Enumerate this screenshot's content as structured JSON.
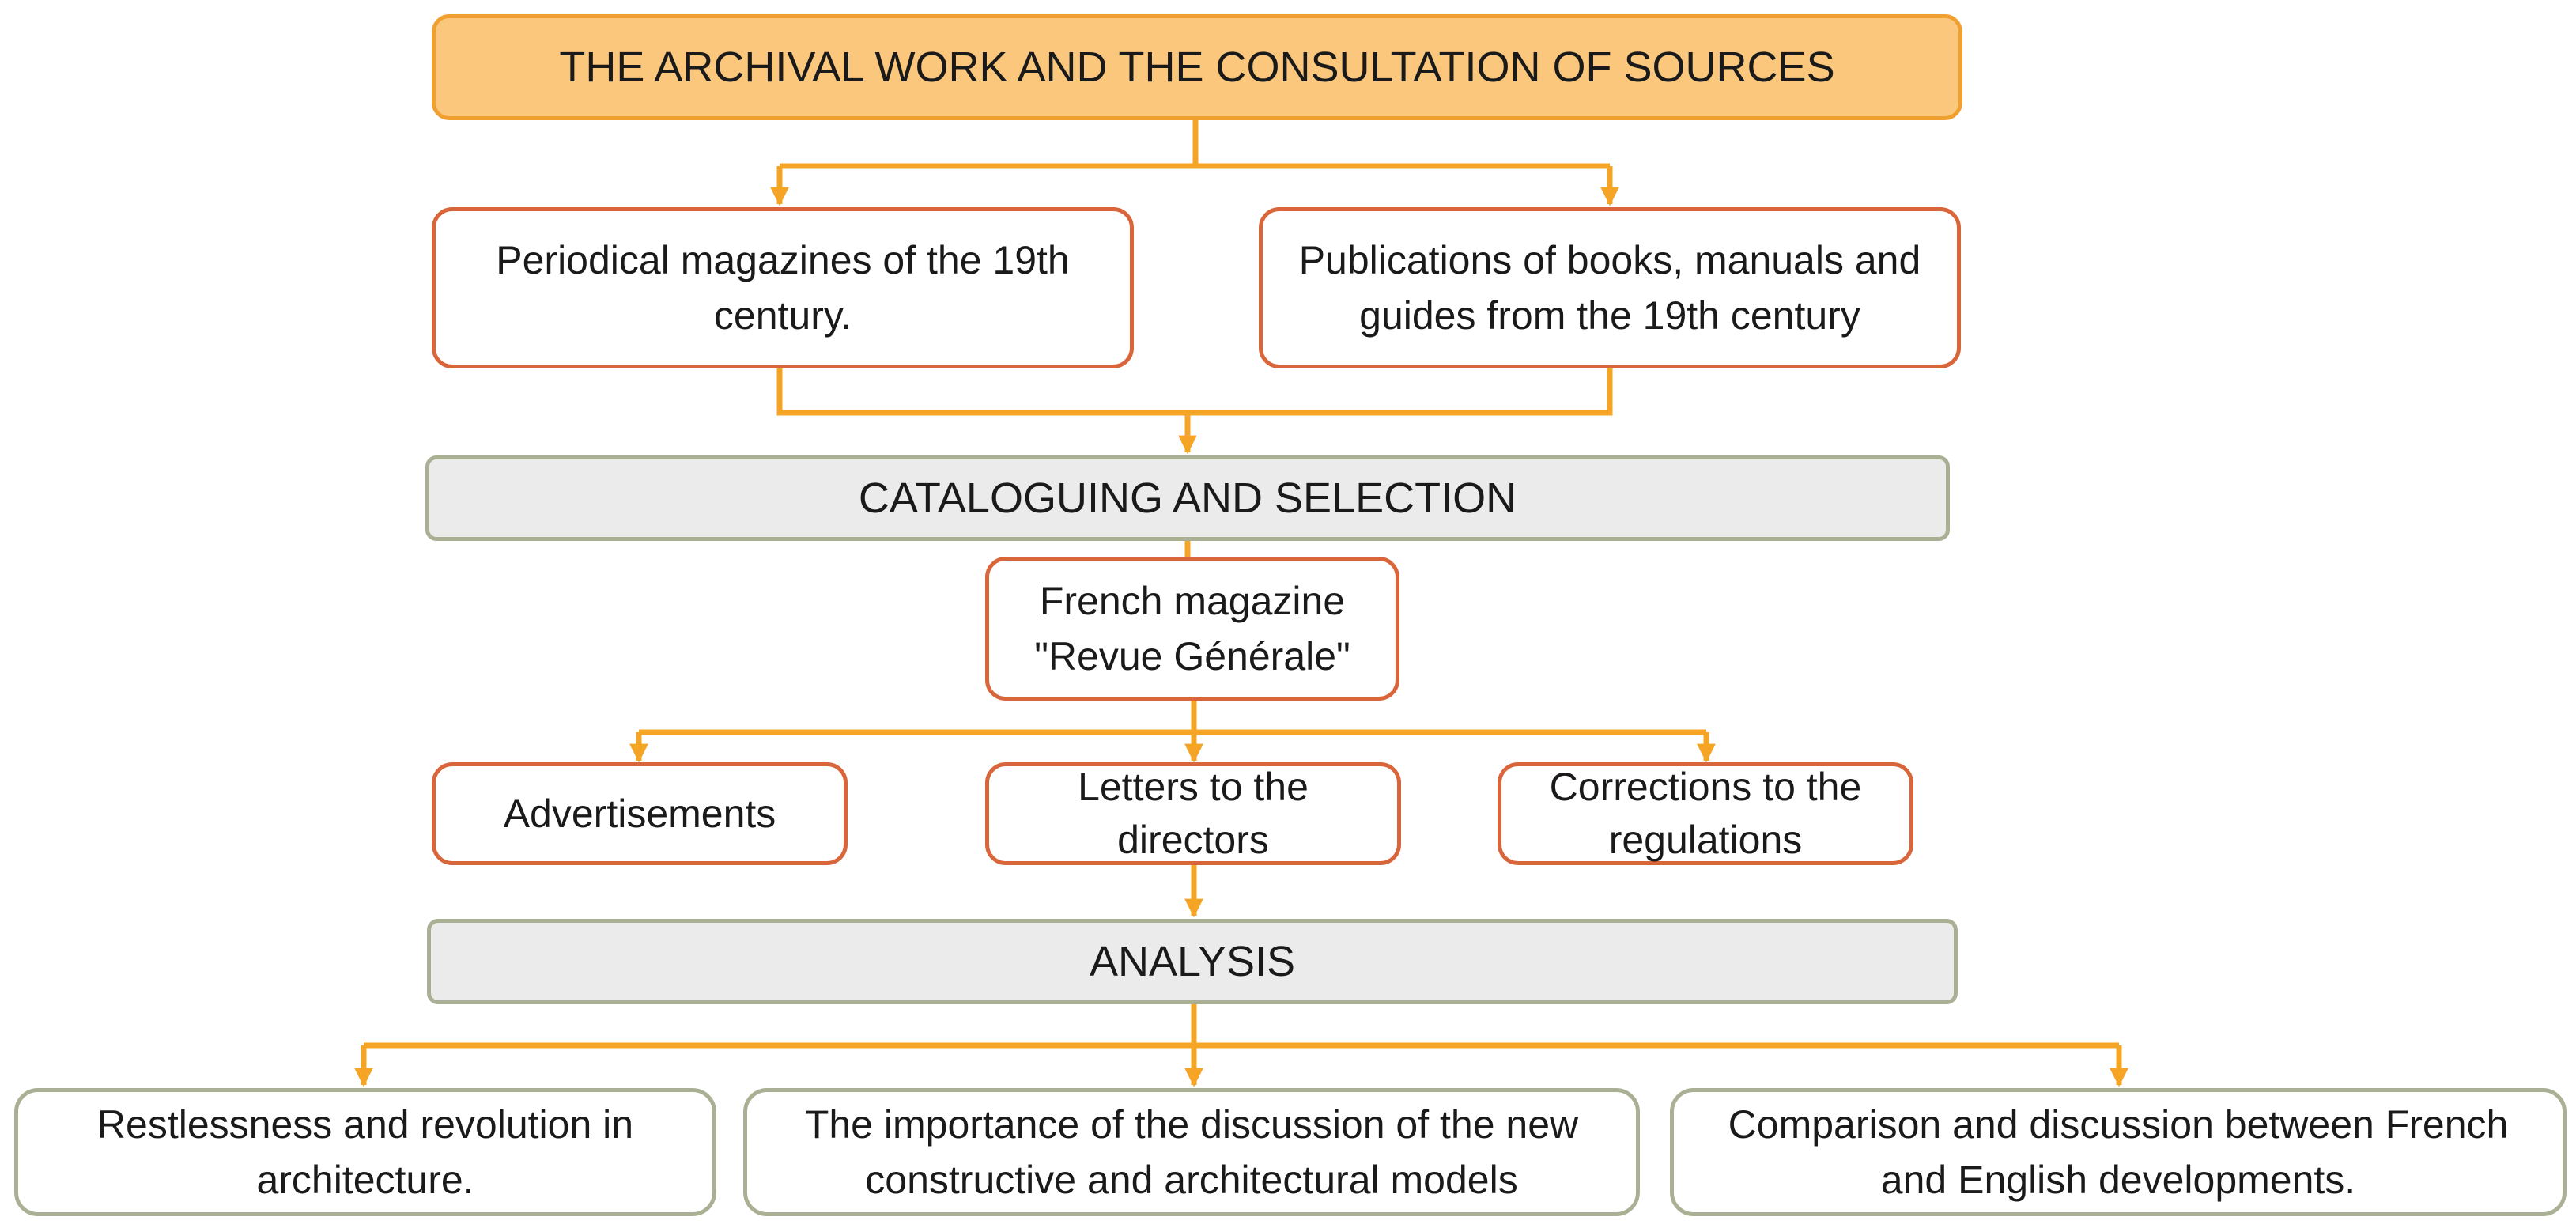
{
  "title": "THE ARCHIVAL WORK AND THE CONSULTATION OF SOURCES",
  "sources": {
    "periodicals": "Periodical magazines of the 19th century.",
    "publications": "Publications of books, manuals and guides from the 19th century"
  },
  "cataloguing": "CATALOGUING AND SELECTION",
  "french_magazine": "French magazine \"Revue Générale\"",
  "sections": {
    "advertisements": "Advertisements",
    "letters": "Letters to the directors",
    "corrections": "Corrections to the regulations"
  },
  "analysis": "ANALYSIS",
  "outcomes": {
    "restlessness": "Restlessness and revolution in architecture.",
    "importance": "The importance of the discussion of the new constructive and architectural models",
    "comparison": "Comparison and discussion between French and English developments."
  },
  "colors": {
    "connector": "#f5a425",
    "title_fill": "#fac77c",
    "title_border": "#f0a030",
    "orange_border": "#d9653a",
    "grey_fill": "#ebebeb",
    "grey_border": "#a9b094"
  }
}
